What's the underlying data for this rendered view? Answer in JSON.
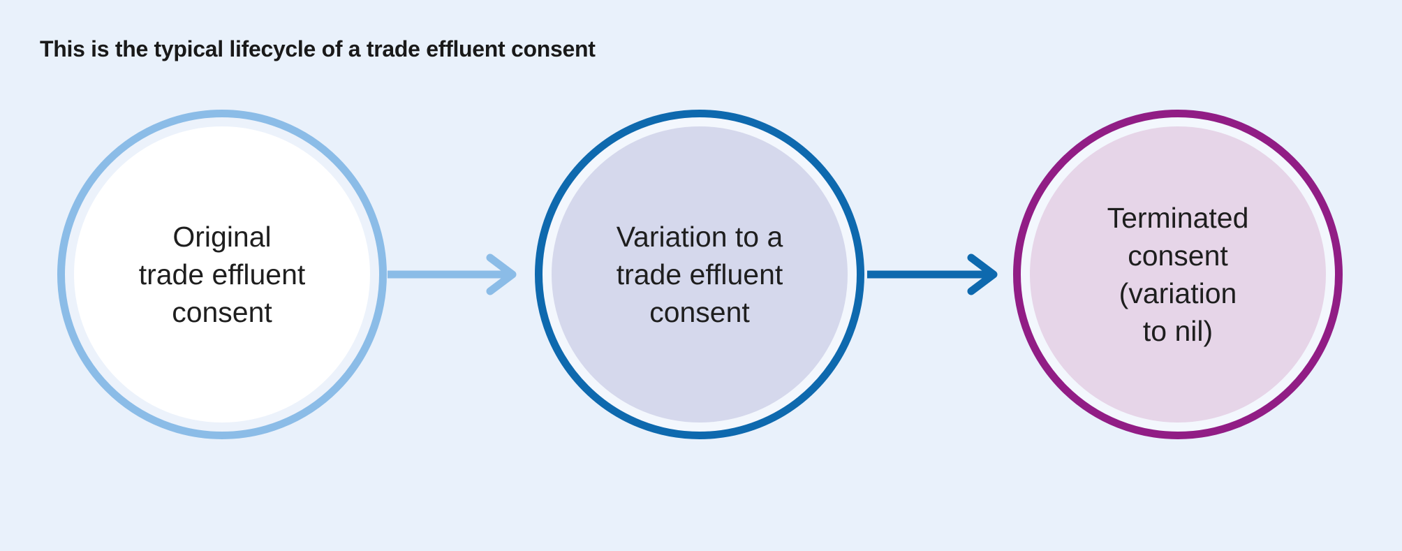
{
  "title": "This is the typical lifecycle of a trade effluent consent",
  "colors": {
    "background": "#e9f1fb",
    "title_text": "#191919",
    "stage_text": "#1e1e1e"
  },
  "diagram": {
    "stages": [
      {
        "id": "original-consent",
        "label": "Original\ntrade effluent\nconsent",
        "ring_color": "#8bbce7",
        "halo_color": "#ecf2fb",
        "inner_color": "#ffffff"
      },
      {
        "id": "variation-consent",
        "label": "Variation to a\ntrade effluent\nconsent",
        "ring_color": "#0e69ae",
        "halo_color": "#f3f7fd",
        "inner_color": "#d5d8ec"
      },
      {
        "id": "terminated-consent",
        "label": "Terminated\nconsent\n(variation\nto nil)",
        "ring_color": "#911d85",
        "halo_color": "#f3f7fd",
        "inner_color": "#e6d5e8"
      }
    ],
    "arrows": [
      {
        "from": "original-consent",
        "to": "variation-consent",
        "color": "#8bbce7"
      },
      {
        "from": "variation-consent",
        "to": "terminated-consent",
        "color": "#0e69ae"
      }
    ]
  }
}
